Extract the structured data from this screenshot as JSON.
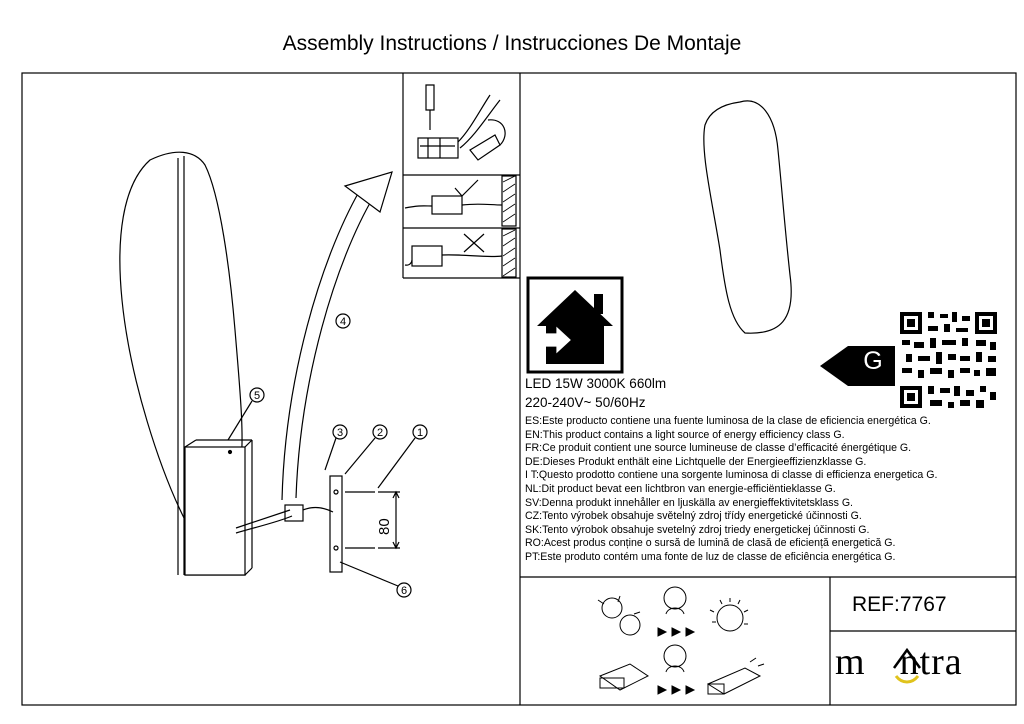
{
  "title": "Assembly Instructions / Instrucciones De Montaje",
  "steps": [
    "1",
    "2",
    "3",
    "4",
    "5",
    "6"
  ],
  "dimension": "80",
  "spec": {
    "line1": "LED 15W 3000K 660lm",
    "line2": "220-240V~ 50/60Hz"
  },
  "energy_class": "G",
  "statements": [
    "ES:Este producto contiene una fuente luminosa de la clase de eficiencia energética G.",
    "EN:This product contains a light source of energy efficiency class G.",
    "FR:Ce produit contient une source lumineuse de classe d’efficacité énergétique G.",
    "DE:Dieses Produkt enthält eine Lichtquelle der Energieeffizienzklasse G.",
    "I T:Questo prodotto contiene una sorgente luminosa di classe di efficienza energetica G.",
    "NL:Dit product bevat een lichtbron van energie-efficiëntieklasse G.",
    "SV:Denna produkt innehåller en ljuskälla av energieffektivitetsklass G.",
    "CZ:Tento výrobek obsahuje světelný zdroj třídy energetické účinnosti G.",
    "SK:Tento výrobok obsahuje svetelný zdroj triedy energetickej účinnosti G.",
    "RO:Acest produs conține o sursă de lumină de clasă de eficiență energetică G.",
    "PT:Este produto contém uma fonte de luz de classe de eficiência energética G."
  ],
  "ref": "REF:7767",
  "brand": {
    "left": "m",
    "right": "ntra"
  },
  "icons": [
    "indoor-use-icon",
    "qr-code-icon",
    "energy-class-arrow-icon",
    "led-bulb-icon",
    "driver-icon",
    "technician-icon"
  ]
}
